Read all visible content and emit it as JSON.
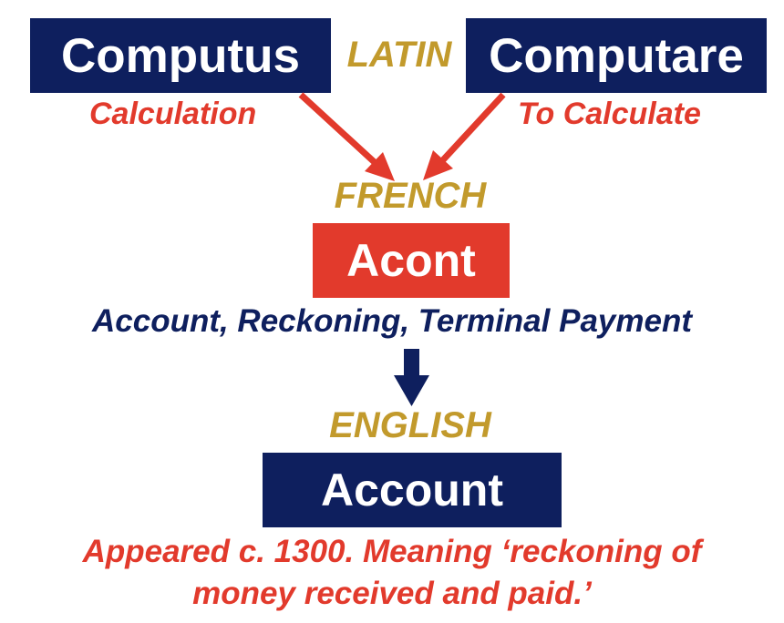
{
  "colors": {
    "navy": "#0e1f5e",
    "red": "#e23a2c",
    "gold": "#c29a2c",
    "white": "#ffffff"
  },
  "latin": {
    "language": "LATIN",
    "word_left": "Computus",
    "meaning_left": "Calculation",
    "word_right": "Computare",
    "meaning_right": "To Calculate"
  },
  "french": {
    "language": "FRENCH",
    "word": "Acont",
    "meaning": "Account, Reckoning, Terminal Payment"
  },
  "english": {
    "language": "ENGLISH",
    "word": "Account",
    "note_line1": "Appeared c. 1300. Meaning ‘reckoning of",
    "note_line2": "money received and paid.’"
  }
}
